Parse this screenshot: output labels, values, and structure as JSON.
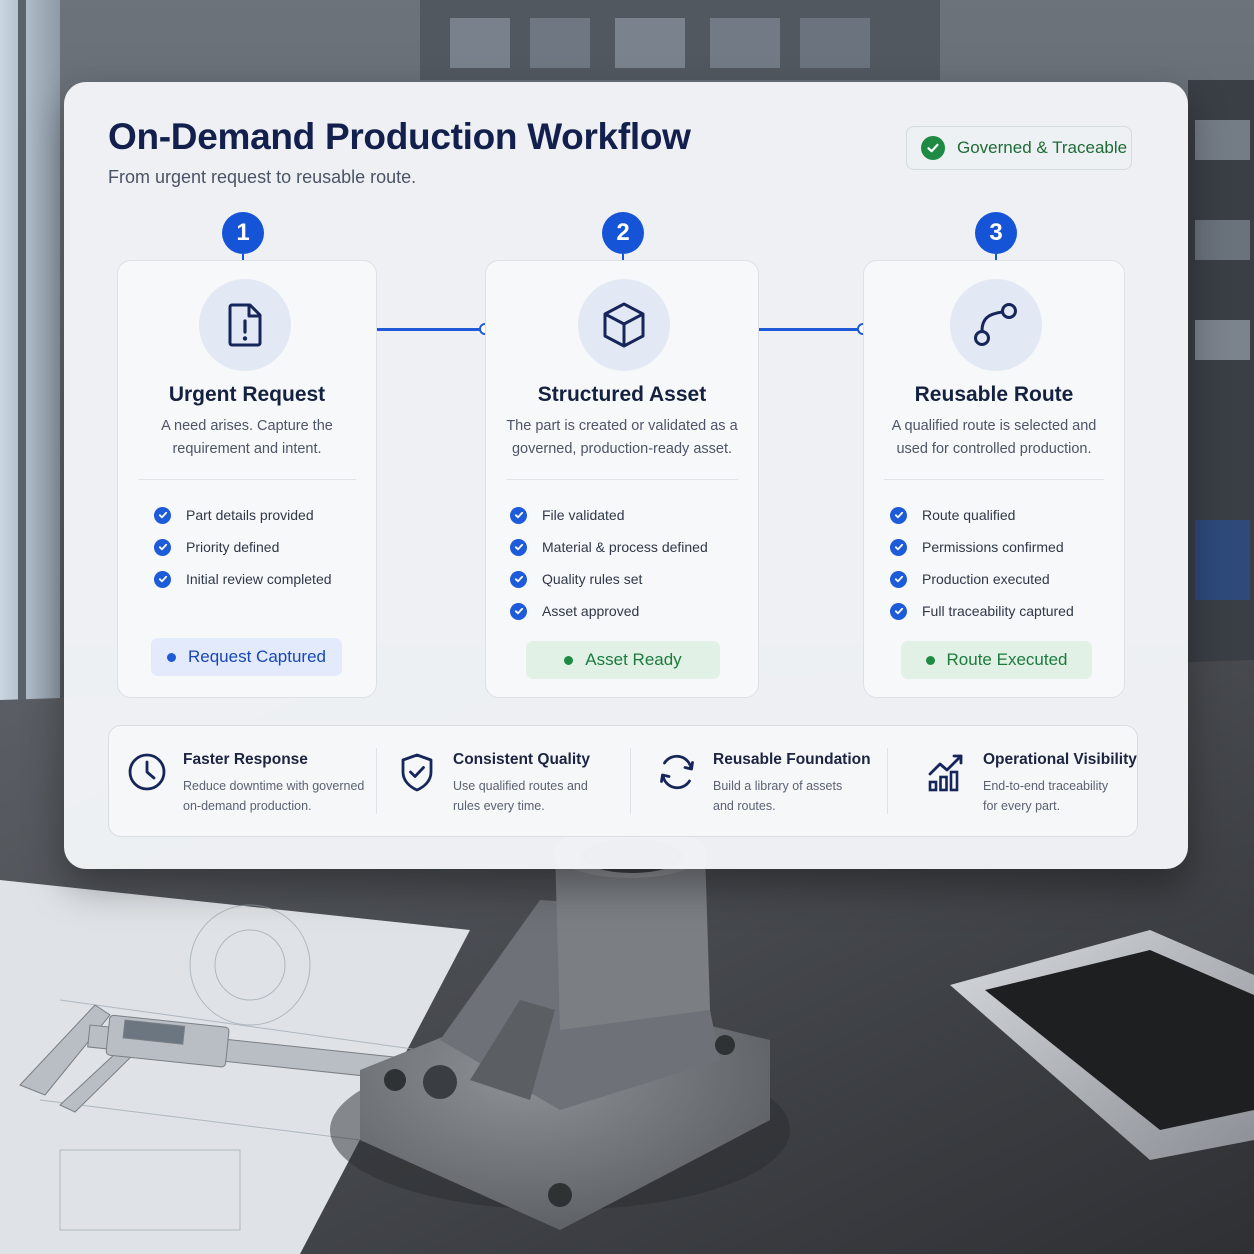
{
  "header": {
    "title": "On-Demand Production Workflow",
    "subtitle": "From urgent request to reusable route.",
    "badge": "Governed & Traceable"
  },
  "steps": [
    {
      "number": "1",
      "icon": "document-alert-icon",
      "title": "Urgent Request",
      "description": "A need arises. Capture the requirement and intent.",
      "checklist": [
        "Part details provided",
        "Priority defined",
        "Initial review completed"
      ],
      "status": "Request Captured",
      "status_color": "#1d5bd8"
    },
    {
      "number": "2",
      "icon": "cube-icon",
      "title": "Structured Asset",
      "description": "The part is created or validated as a governed, production-ready asset.",
      "checklist": [
        "File validated",
        "Material & process defined",
        "Quality rules set",
        "Asset approved"
      ],
      "status": "Asset Ready",
      "status_color": "#1f8a43"
    },
    {
      "number": "3",
      "icon": "route-icon",
      "title": "Reusable Route",
      "description": "A qualified route is selected and used for controlled production.",
      "checklist": [
        "Route qualified",
        "Permissions confirmed",
        "Production executed",
        "Full traceability captured"
      ],
      "status": "Route Executed",
      "status_color": "#1f8a43"
    }
  ],
  "benefits": [
    {
      "icon": "clock-icon",
      "title": "Faster Response",
      "description": "Reduce downtime with governed on-demand production."
    },
    {
      "icon": "shield-check-icon",
      "title": "Consistent Quality",
      "description": "Use qualified routes and rules every time."
    },
    {
      "icon": "refresh-icon",
      "title": "Reusable Foundation",
      "description": "Build a library of assets and routes."
    },
    {
      "icon": "chart-growth-icon",
      "title": "Operational Visibility",
      "description": "End-to-end traceability for every part."
    }
  ],
  "colors": {
    "accent": "#1554d6",
    "title": "#13204d",
    "success": "#1f8a43"
  }
}
